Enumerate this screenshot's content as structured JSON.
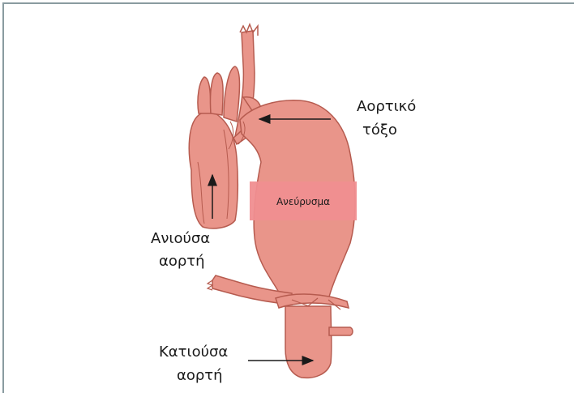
{
  "labels": {
    "aortic_arch_line1": "Αορτικό",
    "aortic_arch_line2": "τόξο",
    "aneurysm": "Ανεύρυσμα",
    "ascending_line1": "Ανιούσα",
    "ascending_line2": "αορτή",
    "descending_line1": "Κατιούσα",
    "descending_line2": "αορτή"
  },
  "colors": {
    "tissue": "#e9958a",
    "tissue_dark": "#b65b4f",
    "aneurysm_band": "#f08e90",
    "frame": "#8a9ba0",
    "text": "#1a1a1a"
  }
}
